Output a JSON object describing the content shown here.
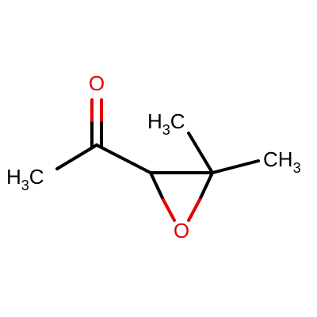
{
  "molecule": {
    "atoms": {
      "oxygen_carbonyl": {
        "symbol": "O",
        "color": "#e60000"
      },
      "oxygen_ring": {
        "symbol": "O",
        "color": "#e60000"
      },
      "methyl_acetyl": {
        "main": "H",
        "sub": "3",
        "tail": "C",
        "color": "#000000"
      },
      "methyl_upper": {
        "main": "H",
        "sub": "3",
        "tail": "C",
        "color": "#000000"
      },
      "methyl_right": {
        "main": "CH",
        "sub": "3",
        "color": "#000000"
      }
    },
    "colors": {
      "bond": "#000000",
      "oxygen": "#e60000",
      "carbon_label": "#000000",
      "background": "#ffffff"
    }
  }
}
